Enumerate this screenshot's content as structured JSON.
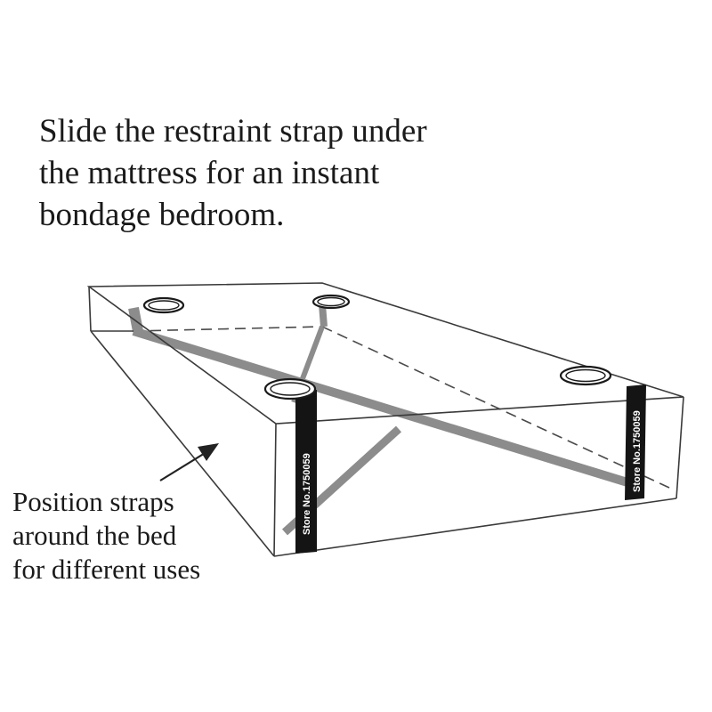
{
  "headline": {
    "lines": [
      "Slide the restraint strap under",
      "the mattress for an instant",
      "bondage bedroom."
    ]
  },
  "side_note": {
    "lines": [
      "Position straps",
      "around the bed",
      "for different uses"
    ]
  },
  "straps": {
    "label_left": "Store No.1750059",
    "label_right": "Store No.1750059"
  },
  "colors": {
    "outline": "#3a3a3a",
    "strap_black": "#141414",
    "strap_gray": "#8c8c8c",
    "text": "#1a1a1a"
  },
  "icons": {
    "arrow": "arrow-pointing-up-right"
  }
}
